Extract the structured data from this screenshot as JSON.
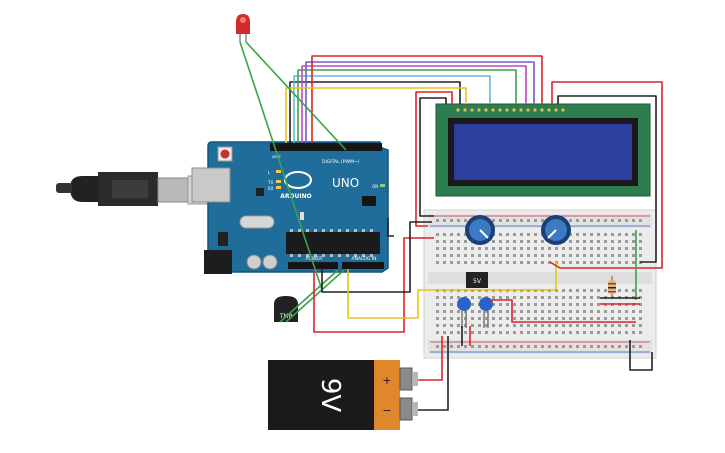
{
  "arduino": {
    "logo": "ARDUINO",
    "model": "UNO",
    "label_digital": "DIGITAL (PWM~)",
    "label_power": "POWER",
    "label_analog": "ANALOG IN",
    "label_aref": "AREF",
    "label_l": "L",
    "label_tx": "TX",
    "label_rx": "RX",
    "label_on": "ON"
  },
  "regulator": {
    "label": "5V"
  },
  "sensor": {
    "label": "TMP"
  },
  "battery": {
    "label": "9V",
    "plus": "+",
    "minus": "−"
  },
  "colors": {
    "arduino": "#1f6d9a",
    "lcd_screen": "#2c3f9e",
    "lcd_board": "#2e7d4f",
    "wire_red": "#d9242a",
    "wire_black": "#222222",
    "wire_yellow": "#e8c21b",
    "wire_green": "#3aa34a",
    "battery_orange": "#e0872c"
  }
}
